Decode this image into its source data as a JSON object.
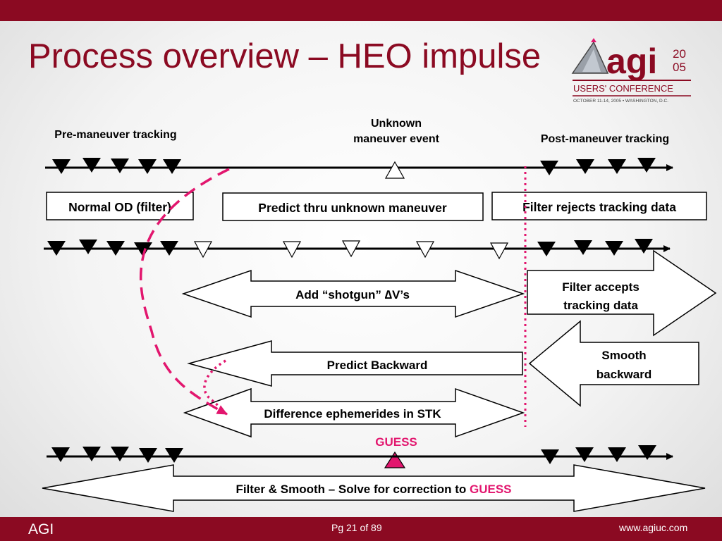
{
  "slide": {
    "title": "Process overview – HEO impulse",
    "footer": {
      "left": "AGI",
      "center": "Pg 21 of 89",
      "right": "www.agiuc.com"
    }
  },
  "logo": {
    "word": "agi",
    "year_top": "20",
    "year_bottom": "05",
    "line1": "USERS' CONFERENCE",
    "line2": "OCTOBER 11-14, 2005 • WASHINGTON, D.C."
  },
  "labels": {
    "pre": "Pre-maneuver tracking",
    "unknown1": "Unknown",
    "unknown2": "maneuver event",
    "post": "Post-maneuver tracking"
  },
  "boxes": {
    "normal": "Normal OD (filter)",
    "predict": "Predict thru unknown maneuver",
    "reject": "Filter rejects tracking data"
  },
  "arrows": {
    "shotgun_a": "Add “shotgun” ",
    "shotgun_delta": "∆",
    "shotgun_b": "V’s",
    "accept1": "Filter accepts",
    "accept2": "tracking data",
    "backward": "Predict Backward",
    "smooth1": "Smooth",
    "smooth2": "backward",
    "difference": "Difference ephemerides in STK",
    "final_a": "Filter & Smooth – Solve for correction to ",
    "final_b": "GUESS"
  },
  "guess": "GUESS",
  "colors": {
    "brand": "#8b0a22",
    "accent": "#e2166e"
  }
}
